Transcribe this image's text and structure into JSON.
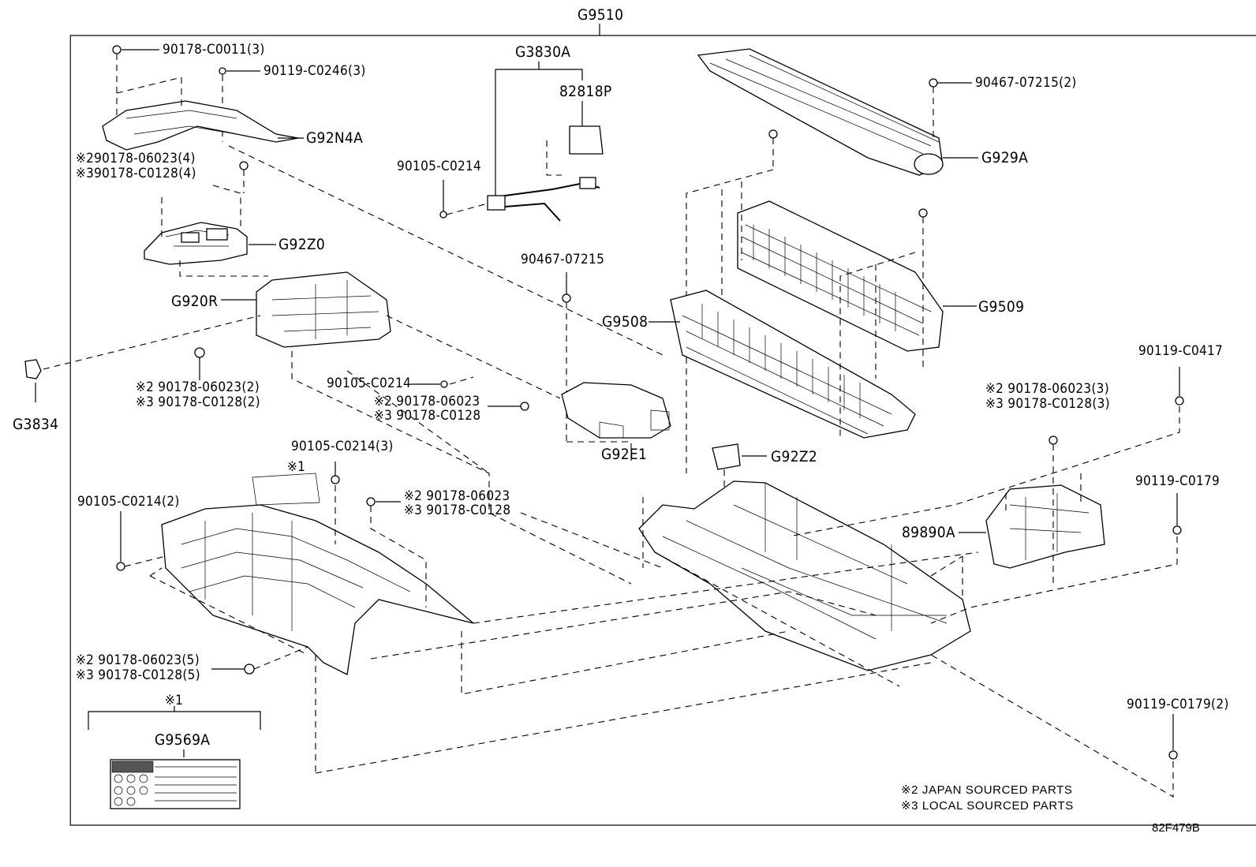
{
  "diagram": {
    "main_assembly": "G9510",
    "drawing_ref": "82F479B",
    "labels": {
      "g3830a": "G3830A",
      "n82818p": "82818P",
      "g92n4a": "G92N4A",
      "g92z0": "G92Z0",
      "g920r": "G920R",
      "g3834": "G3834",
      "g929a": "G929A",
      "g9509": "G9509",
      "g9508": "G9508",
      "g92e1": "G92E1",
      "g92z2": "G92Z2",
      "n89890a": "89890A",
      "g9569a": "G9569A",
      "p_90178_c0011": "90178-C0011(3)",
      "p_90119_c0246": "90119-C0246(3)",
      "p_x2_90178_06023_4": "※290178-06023(4)",
      "p_x3_90178_c0128_4": "※390178-C0128(4)",
      "p_90105_c0214_a": "90105-C0214",
      "p_90467_07215_2": "90467-07215(2)",
      "p_90467_07215": "90467-07215",
      "p_x2_90178_06023_2": "※2 90178-06023(2)",
      "p_x3_90178_c0128_2": "※3 90178-C0128(2)",
      "p_90105_c0214_b": "90105-C0214",
      "p_x2_90178_06023_a": "※2 90178-06023",
      "p_x3_90178_c0128_a": "※3 90178-C0128",
      "p_90119_c0417": "90119-C0417",
      "p_x2_90178_06023_3": "※2 90178-06023(3)",
      "p_x3_90178_c0128_3": "※3 90178-C0128(3)",
      "p_90105_c0214_3": "90105-C0214(3)",
      "mark_x1_a": "※1",
      "p_90105_c0214_2": "90105-C0214(2)",
      "p_x2_90178_06023_b": "※2 90178-06023",
      "p_x3_90178_c0128_b": "※3 90178-C0128",
      "p_90119_c0179": "90119-C0179",
      "p_x2_90178_06023_5": "※2 90178-06023(5)",
      "p_x3_90178_c0128_5": "※3 90178-C0128(5)",
      "mark_x1_b": "※1",
      "p_90119_c0179_2": "90119-C0179(2)"
    },
    "legend": {
      "note_2": "※2 JAPAN SOURCED PARTS",
      "note_3": "※3 LOCAL SOURCED PARTS"
    }
  }
}
